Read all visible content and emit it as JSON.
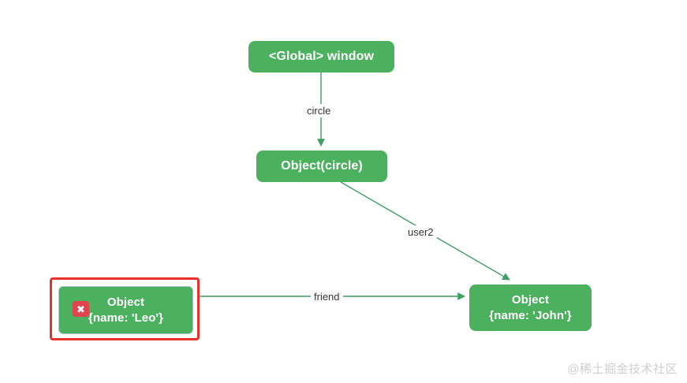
{
  "diagram": {
    "type": "object-reference-graph",
    "background_color": "#ffffff",
    "node_color": "#4cb15f",
    "edge_color": "#3f9e63",
    "highlight_color": "#e8312a",
    "nodes": [
      {
        "id": "global",
        "label": "<Global> window",
        "lines": [
          "<Global> window"
        ]
      },
      {
        "id": "circle",
        "label": "Object(circle)",
        "lines": [
          "Object(circle)"
        ]
      },
      {
        "id": "leo",
        "label": "Object {name: 'Leo'}",
        "lines": [
          "Object",
          "{name: 'Leo'}"
        ],
        "selected": true,
        "badge": "✖"
      },
      {
        "id": "john",
        "label": "Object {name: 'John'}",
        "lines": [
          "Object",
          "{name: 'John'}"
        ]
      }
    ],
    "edges": [
      {
        "from": "global",
        "to": "circle",
        "label": "circle"
      },
      {
        "from": "circle",
        "to": "john",
        "label": "user2"
      },
      {
        "from": "leo",
        "to": "john",
        "label": "friend"
      }
    ]
  },
  "watermark": {
    "text": "@稀土掘金技术社区"
  }
}
